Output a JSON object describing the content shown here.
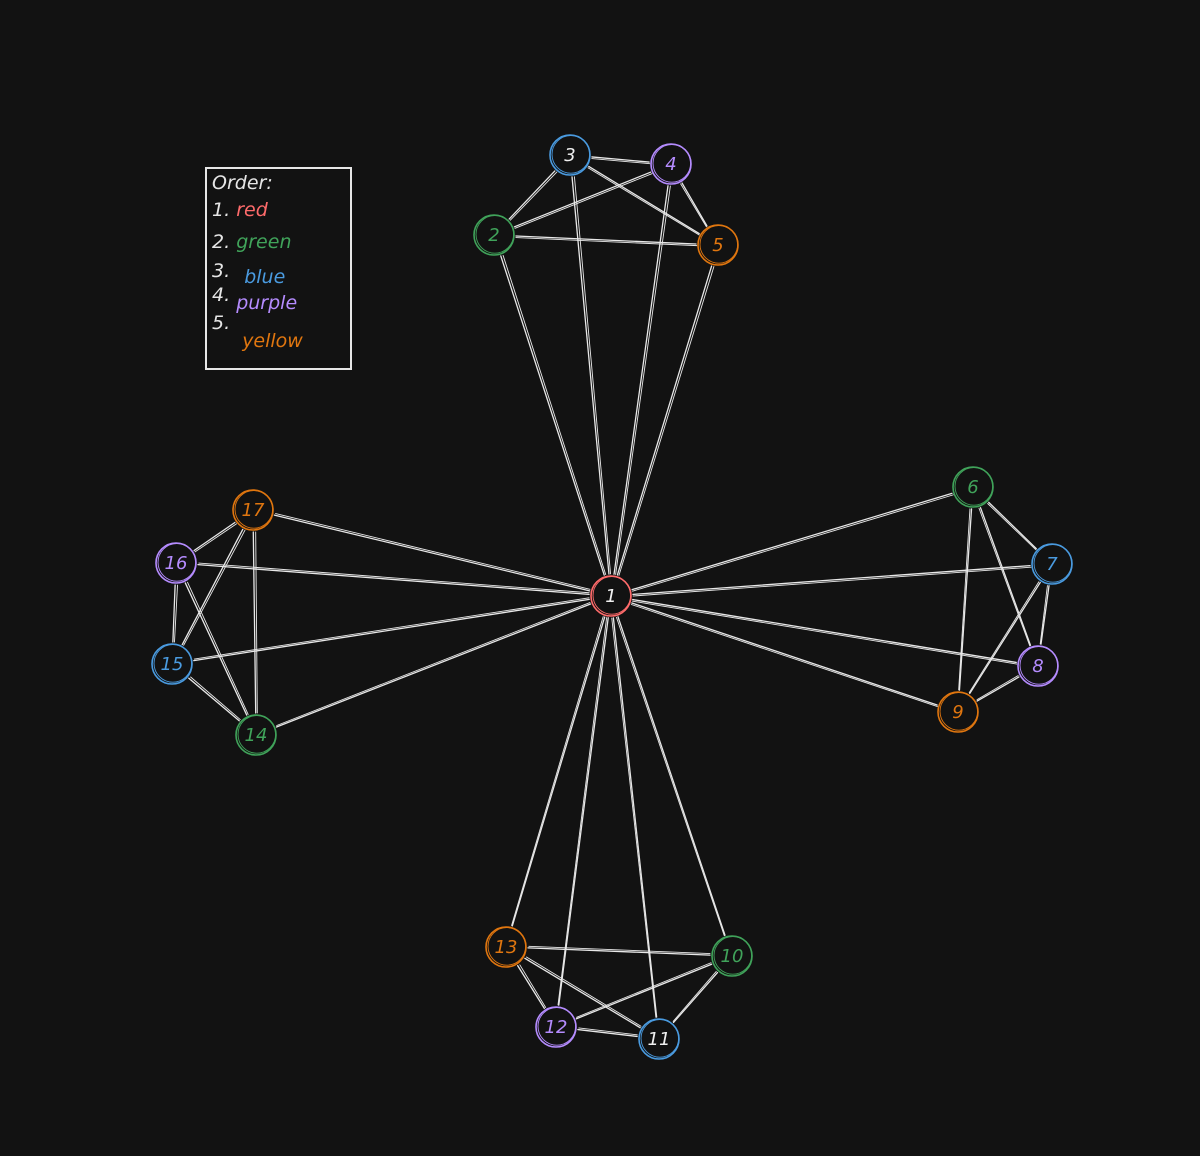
{
  "legend": {
    "title": "Order:",
    "items": [
      {
        "number": "1.",
        "label": "red",
        "color": "#ff6b6b"
      },
      {
        "number": "2.",
        "label": "green",
        "color": "#40a35a"
      },
      {
        "number": "3.",
        "label": "blue",
        "color": "#4a9be0"
      },
      {
        "number": "4.",
        "label": "purple",
        "color": "#b58cff"
      },
      {
        "number": "5.",
        "label": "yellow",
        "color": "#e0760f"
      }
    ]
  },
  "colors": {
    "background": "#121212",
    "edge": "#e8e8e8",
    "red": "#ff6b6b",
    "green": "#40a35a",
    "blue": "#4a9be0",
    "purple": "#b58cff",
    "yellow": "#e0760f"
  },
  "nodes": [
    {
      "id": "1",
      "color": "red"
    },
    {
      "id": "2",
      "color": "green"
    },
    {
      "id": "3",
      "color": "blue"
    },
    {
      "id": "4",
      "color": "purple"
    },
    {
      "id": "5",
      "color": "yellow"
    },
    {
      "id": "6",
      "color": "green"
    },
    {
      "id": "7",
      "color": "blue"
    },
    {
      "id": "8",
      "color": "purple"
    },
    {
      "id": "9",
      "color": "yellow"
    },
    {
      "id": "10",
      "color": "green"
    },
    {
      "id": "11",
      "color": "blue"
    },
    {
      "id": "12",
      "color": "purple"
    },
    {
      "id": "13",
      "color": "yellow"
    },
    {
      "id": "14",
      "color": "green"
    },
    {
      "id": "15",
      "color": "blue"
    },
    {
      "id": "16",
      "color": "purple"
    },
    {
      "id": "17",
      "color": "yellow"
    }
  ],
  "edges": [
    [
      "1",
      "2"
    ],
    [
      "1",
      "3"
    ],
    [
      "1",
      "4"
    ],
    [
      "1",
      "5"
    ],
    [
      "1",
      "6"
    ],
    [
      "1",
      "7"
    ],
    [
      "1",
      "8"
    ],
    [
      "1",
      "9"
    ],
    [
      "1",
      "10"
    ],
    [
      "1",
      "11"
    ],
    [
      "1",
      "12"
    ],
    [
      "1",
      "13"
    ],
    [
      "1",
      "14"
    ],
    [
      "1",
      "15"
    ],
    [
      "1",
      "16"
    ],
    [
      "1",
      "17"
    ],
    [
      "2",
      "3"
    ],
    [
      "2",
      "4"
    ],
    [
      "2",
      "5"
    ],
    [
      "3",
      "4"
    ],
    [
      "3",
      "5"
    ],
    [
      "4",
      "5"
    ],
    [
      "6",
      "7"
    ],
    [
      "6",
      "8"
    ],
    [
      "6",
      "9"
    ],
    [
      "7",
      "8"
    ],
    [
      "7",
      "9"
    ],
    [
      "8",
      "9"
    ],
    [
      "10",
      "11"
    ],
    [
      "10",
      "12"
    ],
    [
      "10",
      "13"
    ],
    [
      "11",
      "12"
    ],
    [
      "11",
      "13"
    ],
    [
      "12",
      "13"
    ],
    [
      "14",
      "15"
    ],
    [
      "14",
      "16"
    ],
    [
      "14",
      "17"
    ],
    [
      "15",
      "16"
    ],
    [
      "15",
      "17"
    ],
    [
      "16",
      "17"
    ]
  ]
}
